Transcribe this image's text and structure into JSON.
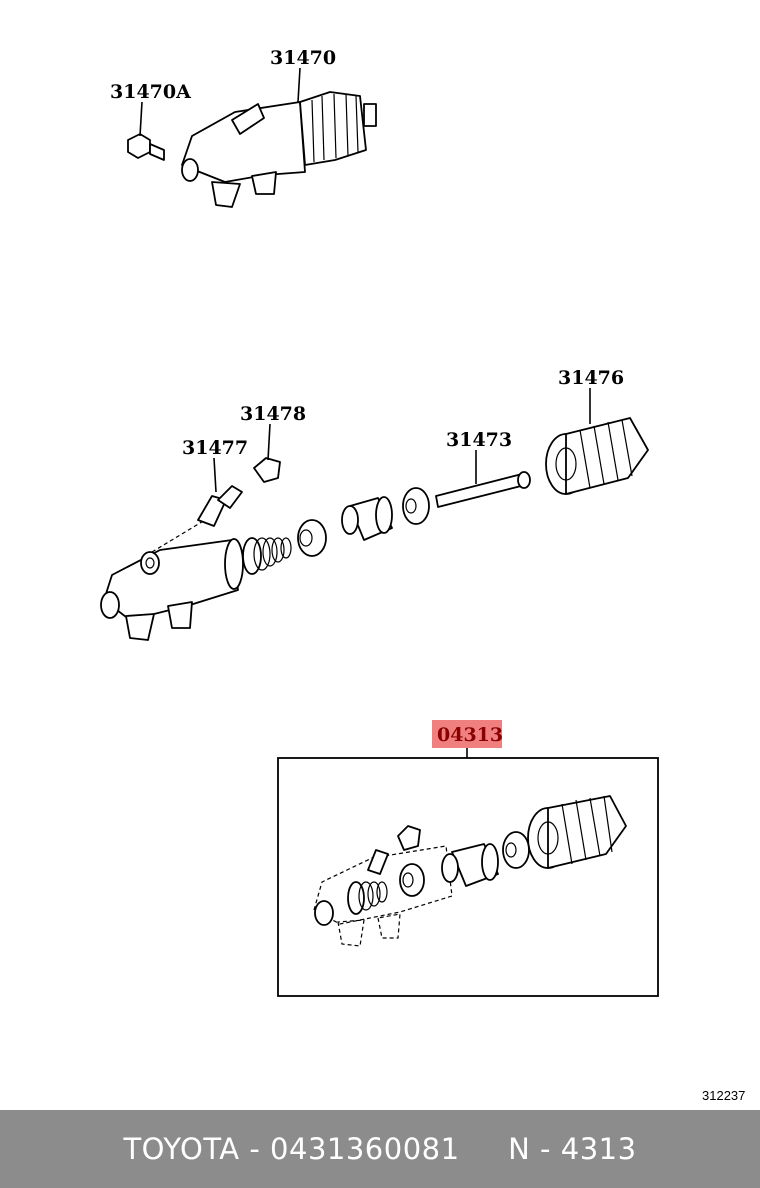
{
  "labels": {
    "cylinder_assy": "31470",
    "bolt": "31470A",
    "boot": "31476",
    "cap": "31478",
    "bleeder_plug": "31477",
    "push_rod": "31473",
    "kit_highlight": "04313"
  },
  "diagram_id": "312237",
  "footer": {
    "text": "TOYOTA - 0431360081     N - 4313"
  },
  "colors": {
    "highlight_bg": "#f08080",
    "highlight_text": "#8b0000",
    "footer_bg": "#8c8c8c"
  }
}
